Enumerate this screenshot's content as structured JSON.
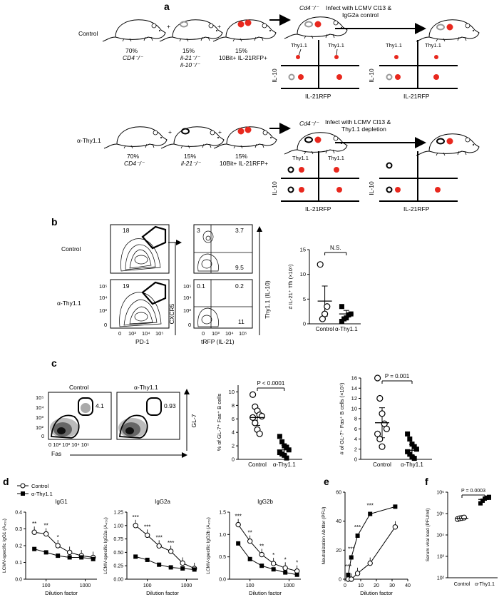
{
  "panel_a": {
    "label": "a",
    "control": {
      "row_label": "Control",
      "mouse1_pct": "70%",
      "mouse1_geno": "CD4⁻/⁻",
      "mouse2_pct": "15%",
      "mouse2_geno1": "il-21⁻/⁻",
      "mouse2_geno2": "il-10⁻/⁻",
      "mouse3_pct": "15%",
      "mouse3_geno": "10Bit+ IL-21RFP+",
      "recipient": "Cd4⁻/⁻",
      "infect_line1": "Infect with LCMV Cl13 &",
      "infect_line2": "IgG2a control",
      "thy": "Thy1.1",
      "yaxis": "IL-10",
      "xaxis": "IL-21RFP",
      "plus": "+"
    },
    "depletion": {
      "row_label": "α-Thy1.1",
      "mouse1_pct": "70%",
      "mouse1_geno": "CD4⁻/⁻",
      "mouse2_pct": "15%",
      "mouse2_geno": "il-21⁻/⁻",
      "mouse3_pct": "15%",
      "mouse3_geno": "10Bit+ IL-21RFP+",
      "recipient": "Cd4⁻/⁻",
      "infect_line1": "Infect with LCMV Cl13 &",
      "infect_line2": "Thy1.1 depletion",
      "thy": "Thy1.1",
      "yaxis": "IL-10",
      "xaxis": "IL-21RFP"
    }
  },
  "panel_b": {
    "label": "b",
    "row_control": "Control",
    "row_depl": "α-Thy1.1",
    "gate_control": "18",
    "gate_depl": "19",
    "xaxis_1": "PD-1",
    "yaxis_1": "CXCR5",
    "q_control": [
      "3",
      "3.7",
      "9.5"
    ],
    "q_depl": [
      "0.1",
      "0.2",
      "11"
    ],
    "xaxis_2": "tRFP (IL-21)",
    "yaxis_2": "Thy1.1 (IL-10)",
    "ticks_y": [
      "10⁵",
      "10⁴",
      "10³",
      "0"
    ],
    "ticks_x": [
      "0",
      "10³",
      "10⁴",
      "10⁵"
    ],
    "ticks_x2": [
      "0",
      "10³",
      "10⁴",
      "10⁵"
    ],
    "scatter_ylabel": "# IL-21⁺ Tfh (×10⁵)",
    "scatter_ticks": [
      "15",
      "10",
      "5",
      "0"
    ],
    "cats": [
      "Control",
      "α-Thy1.1"
    ],
    "sig": "N.S."
  },
  "panel_c": {
    "label": "c",
    "title_control": "Control",
    "title_depl": "α-Thy1.1",
    "gate_control": "4.1",
    "gate_depl": "0.93",
    "xaxis": "Fas",
    "yaxis": "GL-7",
    "ticks_y": [
      "10⁵",
      "10⁴",
      "10³",
      "10²",
      "0"
    ],
    "ticks_x": "0 10² 10³ 10⁴ 10⁵",
    "pct_ylabel": "% of GL-7⁺ Fas⁺ B cells",
    "pct_sig": "P < 0.0001",
    "pct_ticks": [
      "10",
      "8",
      "6",
      "4",
      "2",
      "0"
    ],
    "num_ylabel": "# of GL-7⁺ Fas⁺ B cells (×10⁵)",
    "num_sig": "P = 0.001",
    "num_ticks": [
      "16",
      "14",
      "12",
      "10",
      "8",
      "6",
      "4",
      "2",
      "0"
    ],
    "cats": [
      "Control",
      "α-Thy1.1"
    ]
  },
  "panel_d": {
    "label": "d",
    "legend": [
      "Control",
      "α-Thy1.1"
    ],
    "xlabel": "Dilution factor",
    "plots": [
      {
        "title": "IgG1",
        "ylabel": "LCMV-specific IgG1 (A₄₅₀)",
        "yticks": [
          "0.4",
          "0.3",
          "0.2",
          "0.1",
          "0.0"
        ],
        "xticks": [
          "100",
          "1000"
        ],
        "stars": [
          "**",
          "**",
          "*"
        ]
      },
      {
        "title": "IgG2a",
        "ylabel": "LCMV-specific IgG2a (A₄₅₀)",
        "yticks": [
          "1.25",
          "1.00",
          "0.75",
          "0.50",
          "0.25",
          "0.00"
        ],
        "xticks": [
          "100",
          "1000"
        ],
        "stars": [
          "***",
          "***",
          "***",
          "***"
        ]
      },
      {
        "title": "IgG2b",
        "ylabel": "LCMV-specific IgG2b (A₄₅₀)",
        "yticks": [
          "1.5",
          "1.0",
          "0.5",
          "0.0"
        ],
        "xticks": [
          "100",
          "1000"
        ],
        "stars": [
          "***",
          "**",
          "**",
          "*",
          "*",
          "*"
        ]
      }
    ]
  },
  "panel_e": {
    "label": "e",
    "ylabel": "Neutralization Ab titer (PFU)",
    "xlabel": "Dilution factor",
    "yticks": [
      "60",
      "40",
      "20",
      "0"
    ],
    "xticks": [
      "0",
      "10",
      "20",
      "30",
      "40"
    ],
    "stars": [
      "***",
      "***",
      "***",
      "***"
    ]
  },
  "panel_f": {
    "label": "f",
    "ylabel": "Serum viral load (PFU/ml)",
    "yticks": [
      "10⁶",
      "10⁵",
      "10⁴",
      "10³",
      "10²"
    ],
    "cats": [
      "Control",
      "α-Thy1.1"
    ],
    "sig": "P = 0.0003"
  },
  "chart_data": [
    {
      "type": "scatter",
      "panel": "b",
      "categories": [
        "Control",
        "α-Thy1.1"
      ],
      "series": [
        {
          "name": "Control",
          "values": [
            12,
            1,
            2,
            3.5
          ]
        },
        {
          "name": "α-Thy1.1",
          "values": [
            0.5,
            1,
            1.2,
            1.8,
            2,
            3.5
          ]
        }
      ],
      "mean": [
        4.6,
        2.0
      ],
      "ylim": [
        0,
        15
      ]
    },
    {
      "type": "scatter",
      "panel": "c-percent",
      "categories": [
        "Control",
        "α-Thy1.1"
      ],
      "series": [
        {
          "name": "Control",
          "values": [
            9.6,
            7.8,
            7.2,
            6.6,
            6.4,
            6.2,
            5.4,
            4.4,
            3.8
          ]
        },
        {
          "name": "α-Thy1.1",
          "values": [
            3.4,
            2.6,
            2.0,
            1.8,
            1.4,
            1.0,
            0.8,
            0.6,
            0.2
          ]
        }
      ],
      "mean": [
        6.2,
        1.4
      ],
      "ylim": [
        0,
        11
      ]
    },
    {
      "type": "scatter",
      "panel": "c-number",
      "categories": [
        "Control",
        "α-Thy1.1"
      ],
      "series": [
        {
          "name": "Control",
          "values": [
            16,
            12,
            9,
            7,
            6,
            5,
            4,
            2.5
          ]
        },
        {
          "name": "α-Thy1.1",
          "values": [
            5,
            4,
            3,
            2.5,
            2,
            1.5,
            1,
            0.5,
            0.2
          ]
        }
      ],
      "mean": [
        7.2,
        1.8
      ],
      "ylim": [
        0,
        16
      ]
    },
    {
      "type": "line",
      "panel": "d-IgG1",
      "x": [
        50,
        100,
        200,
        400,
        800,
        1600
      ],
      "series": [
        {
          "name": "Control",
          "values": [
            0.28,
            0.27,
            0.2,
            0.16,
            0.14,
            0.13
          ]
        },
        {
          "name": "α-Thy1.1",
          "values": [
            0.18,
            0.16,
            0.14,
            0.13,
            0.13,
            0.12
          ]
        }
      ],
      "ylim": [
        0,
        0.4
      ]
    },
    {
      "type": "line",
      "panel": "d-IgG2a",
      "x": [
        50,
        100,
        200,
        400,
        800,
        1600
      ],
      "series": [
        {
          "name": "Control",
          "values": [
            1.0,
            0.82,
            0.62,
            0.52,
            0.3,
            0.2
          ]
        },
        {
          "name": "α-Thy1.1",
          "values": [
            0.42,
            0.36,
            0.27,
            0.22,
            0.2,
            0.18
          ]
        }
      ],
      "ylim": [
        0,
        1.25
      ]
    },
    {
      "type": "line",
      "panel": "d-IgG2b",
      "x": [
        50,
        100,
        200,
        400,
        800,
        1600
      ],
      "series": [
        {
          "name": "Control",
          "values": [
            1.22,
            0.85,
            0.55,
            0.35,
            0.25,
            0.18
          ]
        },
        {
          "name": "α-Thy1.1",
          "values": [
            0.8,
            0.45,
            0.3,
            0.22,
            0.15,
            0.1
          ]
        }
      ],
      "ylim": [
        0,
        1.5
      ]
    },
    {
      "type": "line",
      "panel": "e",
      "x": [
        2,
        4,
        8,
        16,
        32
      ],
      "series": [
        {
          "name": "Control",
          "values": [
            0,
            0,
            4,
            11,
            36
          ]
        },
        {
          "name": "α-Thy1.1",
          "values": [
            3,
            15,
            30,
            45,
            50
          ]
        }
      ],
      "ylim": [
        0,
        60
      ]
    },
    {
      "type": "scatter",
      "panel": "f",
      "categories": [
        "Control",
        "α-Thy1.1"
      ],
      "series": [
        {
          "name": "Control",
          "values": [
            55000,
            60000,
            62000,
            65000
          ]
        },
        {
          "name": "α-Thy1.1",
          "values": [
            300000,
            400000,
            500000,
            550000,
            600000
          ]
        }
      ],
      "ylim": [
        100,
        1000000
      ],
      "log": true
    }
  ]
}
